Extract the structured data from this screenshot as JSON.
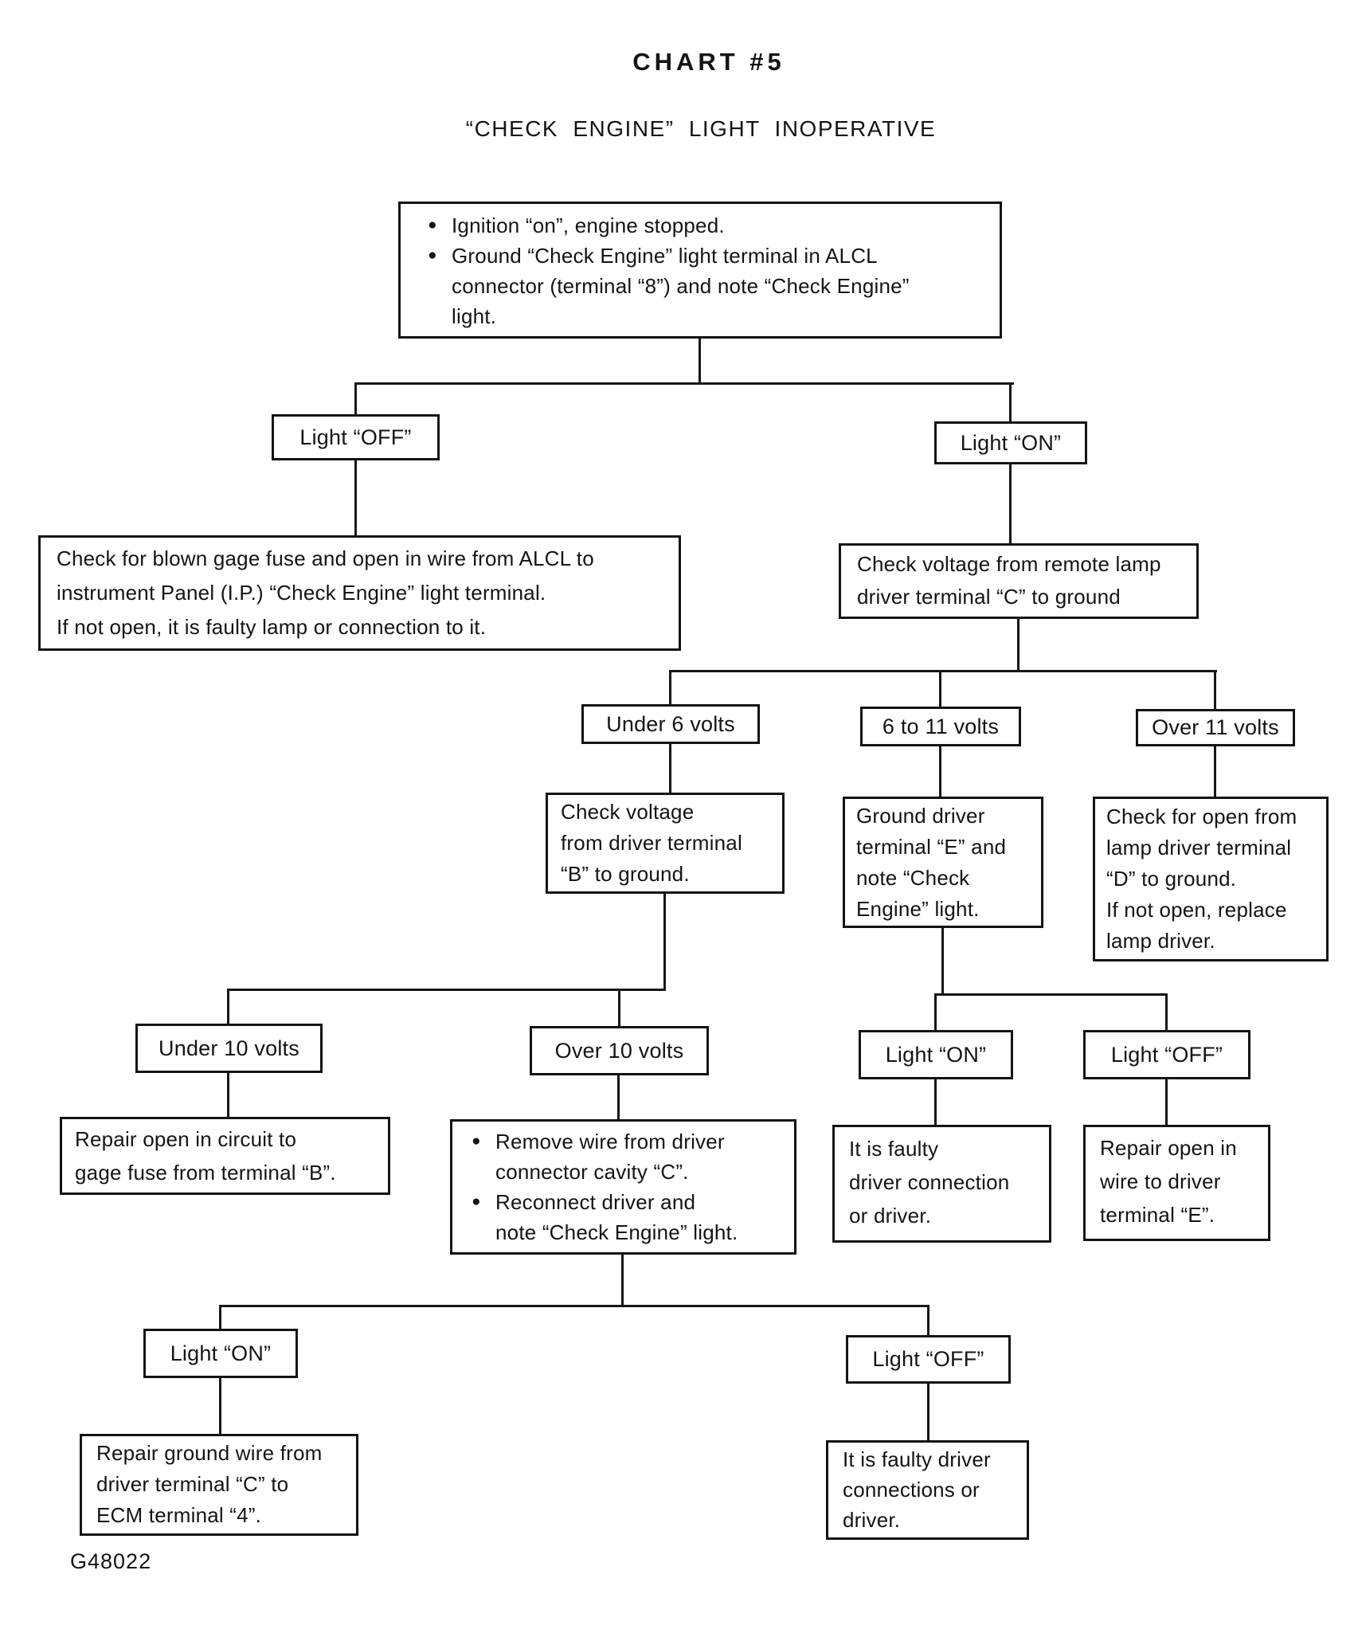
{
  "page": {
    "title": "CHART #5",
    "subtitle": "“CHECK ENGINE” LIGHT INOPERATIVE",
    "figure_id": "G48022"
  },
  "glyphs": {
    "bullet": "●"
  },
  "colors": {
    "ink": "#141414",
    "paper": "#ffffff"
  },
  "nodes": {
    "start": {
      "bullets": [
        [
          "Ignition “on”, engine stopped."
        ],
        [
          "Ground “Check Engine” light terminal in ALCL",
          "connector (terminal “8”) and note “Check Engine”",
          "light."
        ]
      ]
    },
    "light_off_1": {
      "label": "Light “OFF”"
    },
    "light_on_1": {
      "label": "Light “ON”"
    },
    "check_gage_fuse": {
      "lines": [
        "Check for blown gage fuse and open in wire from ALCL to",
        "instrument Panel (I.P.) “Check Engine” light terminal.",
        "If not open, it is faulty lamp or connection to it."
      ]
    },
    "check_remote_lamp": {
      "lines": [
        "Check voltage from remote lamp",
        "driver terminal “C” to ground"
      ]
    },
    "under_6_volts": {
      "label": "Under 6 volts"
    },
    "six_to_11_volts": {
      "label": "6 to 11 volts"
    },
    "over_11_volts": {
      "label": "Over 11 volts"
    },
    "check_voltage_b": {
      "lines": [
        "Check voltage",
        "from driver terminal",
        "“B” to ground."
      ]
    },
    "ground_driver_e": {
      "lines": [
        "Ground driver",
        "terminal “E” and",
        "note “Check",
        "Engine” light."
      ]
    },
    "check_open_d": {
      "lines": [
        "Check for open from",
        "lamp driver terminal",
        "“D” to ground.",
        "If not open, replace",
        "lamp driver."
      ]
    },
    "under_10_volts": {
      "label": "Under 10 volts"
    },
    "over_10_volts": {
      "label": "Over 10 volts"
    },
    "light_on_2": {
      "label": "Light “ON”"
    },
    "light_off_2": {
      "label": "Light “OFF”"
    },
    "repair_open_circuit": {
      "lines": [
        "Repair open in circuit to",
        "gage fuse from terminal “B”."
      ]
    },
    "remove_wire": {
      "bullets": [
        [
          "Remove wire from driver",
          "connector cavity “C”."
        ],
        [
          "Reconnect driver and",
          "note “Check Engine” light."
        ]
      ]
    },
    "faulty_connection": {
      "lines": [
        "It is faulty",
        "driver connection",
        "or driver."
      ]
    },
    "repair_open_wire": {
      "lines": [
        "Repair open in",
        "wire to driver",
        "terminal “E”."
      ]
    },
    "light_on_3": {
      "label": "Light “ON”"
    },
    "light_off_3": {
      "label": "Light “OFF”"
    },
    "repair_ground_wire": {
      "lines": [
        "Repair ground wire from",
        "driver terminal “C” to",
        "ECM terminal “4”."
      ]
    },
    "faulty_connections": {
      "lines": [
        "It is faulty driver",
        "connections or",
        "driver."
      ]
    }
  }
}
